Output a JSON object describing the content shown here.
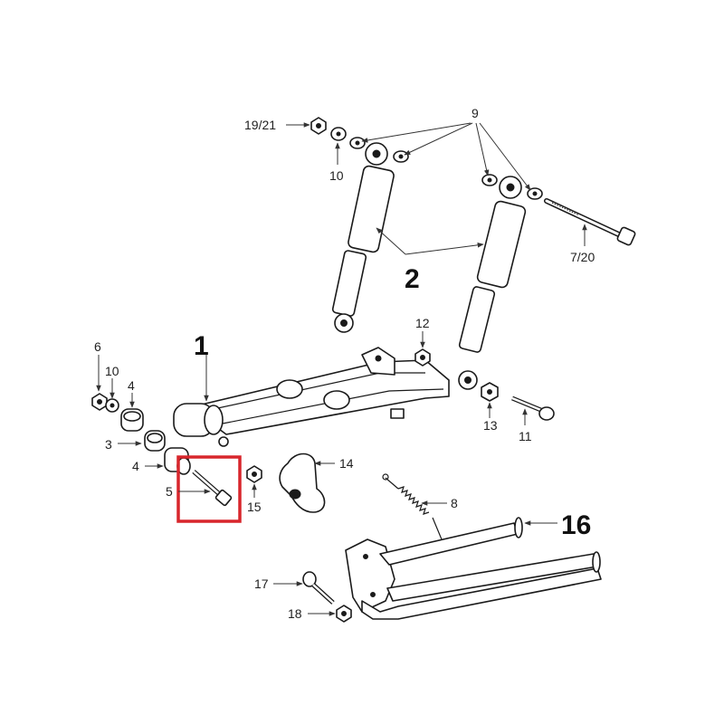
{
  "diagram": {
    "highlight_color": "#d8262c",
    "labels": {
      "p1": "1",
      "p2": "2",
      "p3": "3",
      "p4a": "4",
      "p4b": "4",
      "p5": "5",
      "p6": "6",
      "p7_20": "7/20",
      "p8": "8",
      "p9": "9",
      "p10a": "10",
      "p10b": "10",
      "p11": "11",
      "p12": "12",
      "p13": "13",
      "p14": "14",
      "p15": "15",
      "p16": "16",
      "p17": "17",
      "p18": "18",
      "p19_21": "19/21"
    }
  }
}
